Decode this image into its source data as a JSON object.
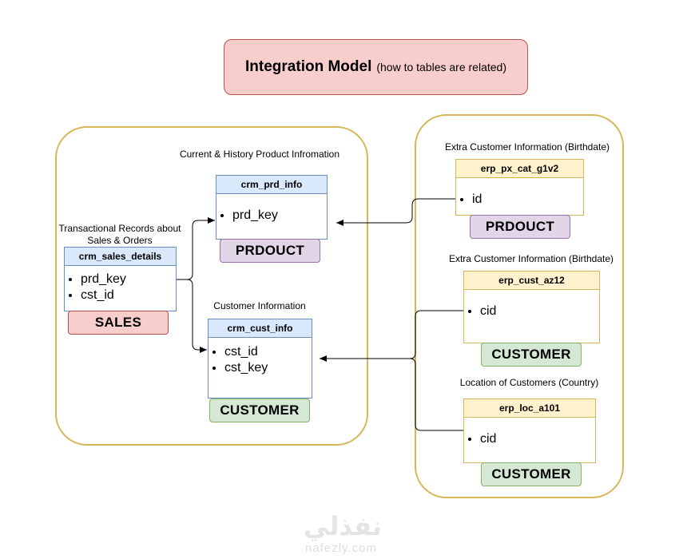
{
  "title": {
    "main": "Integration Model",
    "sub": "(how to tables are related)"
  },
  "captions": {
    "prd": "Current & History Product Infromation",
    "sales_line1": "Transactional Records about",
    "sales_line2": "Sales & Orders",
    "cust": "Customer Information",
    "erp_px": "Extra Customer Information (Birthdate)",
    "erp_cust": "Extra Customer Information (Birthdate)",
    "erp_loc": "Location of Customers (Country)"
  },
  "tables": {
    "crm_prd_info": {
      "name": "crm_prd_info",
      "fields": [
        "prd_key"
      ]
    },
    "crm_sales_details": {
      "name": "crm_sales_details",
      "fields": [
        "prd_key",
        "cst_id"
      ]
    },
    "crm_cust_info": {
      "name": "crm_cust_info",
      "fields": [
        "cst_id",
        "cst_key"
      ]
    },
    "erp_px_cat_g1v2": {
      "name": "erp_px_cat_g1v2",
      "fields": [
        "id"
      ]
    },
    "erp_cust_az12": {
      "name": "erp_cust_az12",
      "fields": [
        "cid"
      ]
    },
    "erp_loc_a101": {
      "name": "erp_loc_a101",
      "fields": [
        "cid"
      ]
    }
  },
  "badges": {
    "crm_prd": "PRDOUCT",
    "crm_sales": "SALES",
    "crm_cust": "CUSTOMER",
    "erp_px": "PRDOUCT",
    "erp_cust": "CUSTOMER",
    "erp_loc": "CUSTOMER"
  },
  "colors": {
    "group_border": "#d6b656",
    "title_fill": "#f8cecc",
    "crm_header": "#dae8fc",
    "erp_header": "#fff2cc",
    "product_badge": "#e1d5e7",
    "sales_badge": "#f8cecc",
    "customer_badge": "#d5e8d4"
  },
  "watermark": {
    "arabic": "نفذلي",
    "latin": "nafezly.com"
  }
}
